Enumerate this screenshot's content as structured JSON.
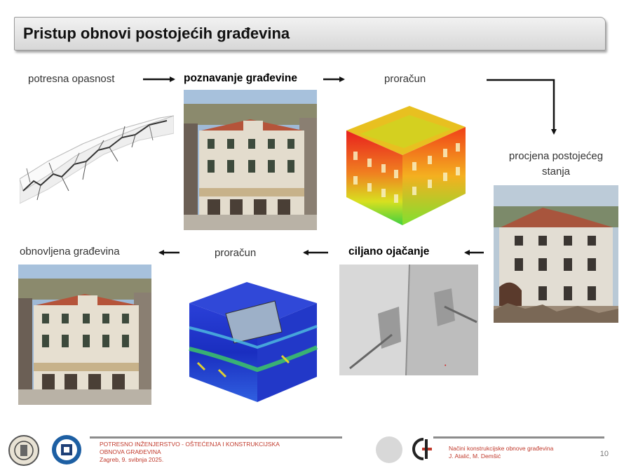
{
  "title": "Pristup obnovi postojećih građevina",
  "steps": {
    "hazard": "potresna opasnost",
    "knowledge": "poznavanje građevine",
    "calc1": "proračun",
    "assessment_line1": "procjena postojećeg",
    "assessment_line2": "stanja",
    "strengthening": "ciljano ojačanje",
    "calc2": "proračun",
    "renovated": "obnovljena građevina"
  },
  "footer": {
    "left_line1": "POTRESNO INŽENJERSTVO - OŠTEĆENJA I KONSTRUKCIJSKA",
    "left_line2": "OBNOVA GRAĐEVINA",
    "left_line3": "Zagreb, 9. svibnja 2025.",
    "right_line1": "Načini konstrukcijske obnove građevina",
    "right_line2": "J. Atalić, M. Demšić",
    "page": "10"
  },
  "colors": {
    "footer_text": "#c0392b",
    "title_bar": "#d7d7d7"
  }
}
